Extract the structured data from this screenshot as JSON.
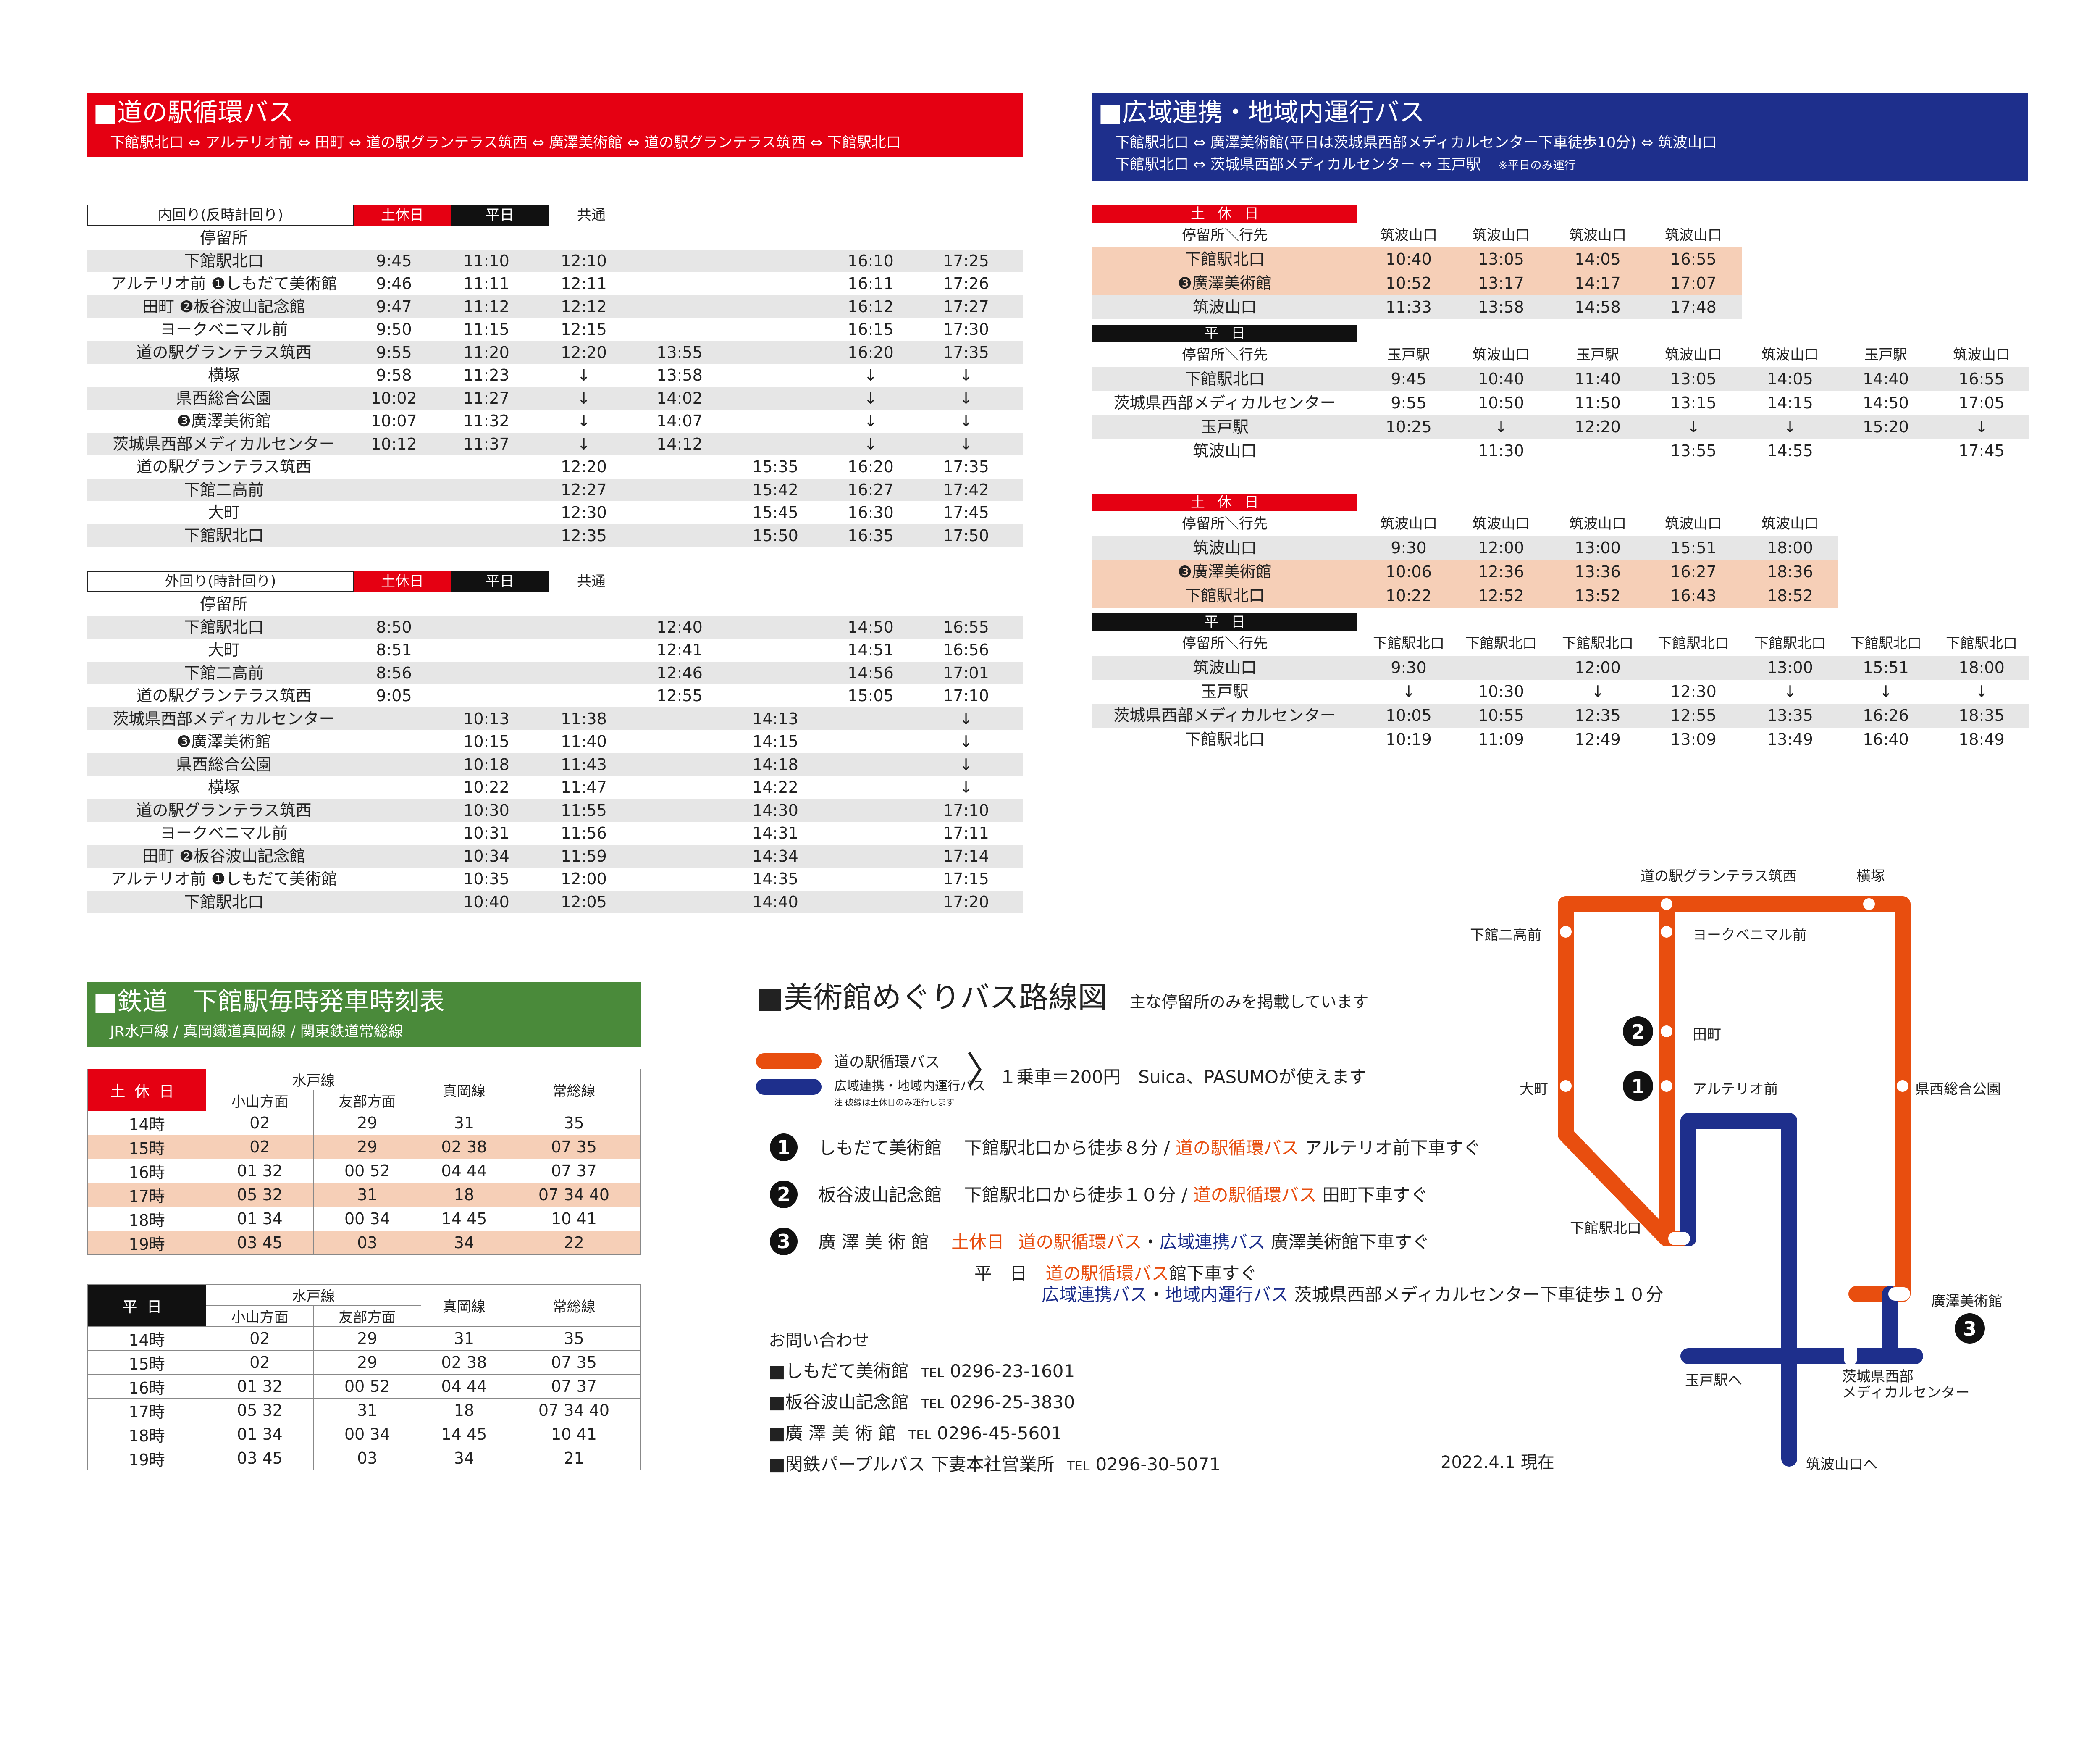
{
  "colors": {
    "red": "#e50012",
    "blue": "#1e2f8c",
    "green": "#4a8a3a",
    "black": "#111111",
    "orange": "#e84e0f",
    "pink": "#f6cfb7",
    "gray": "#e6e6e6"
  },
  "michi": {
    "title": "■道の駅循環バス",
    "route": "下館駅北口 ⇔ アルテリオ前 ⇔ 田町 ⇔ 道の駅グランテラス筑西 ⇔ 廣澤美術館 ⇔ 道の駅グランテラス筑西 ⇔ 下館駅北口",
    "inner": {
      "label": "内回り(反時計回り)",
      "holiday": "土休日",
      "weekday": "平日",
      "common": "共通",
      "rows": [
        {
          "stop": "停留所",
          "t": [
            "",
            "",
            "",
            "",
            "",
            "",
            ""
          ]
        },
        {
          "stop": "下館駅北口",
          "t": [
            "9:45",
            "11:10",
            "12:10",
            "",
            "",
            "16:10",
            "17:25"
          ]
        },
        {
          "stop": "アルテリオ前 ❶しもだて美術館",
          "t": [
            "9:46",
            "11:11",
            "12:11",
            "",
            "",
            "16:11",
            "17:26"
          ]
        },
        {
          "stop": "田町 ❷板谷波山記念館",
          "t": [
            "9:47",
            "11:12",
            "12:12",
            "",
            "",
            "16:12",
            "17:27"
          ]
        },
        {
          "stop": "ヨークベニマル前",
          "t": [
            "9:50",
            "11:15",
            "12:15",
            "",
            "",
            "16:15",
            "17:30"
          ]
        },
        {
          "stop": "道の駅グランテラス筑西",
          "t": [
            "9:55",
            "11:20",
            "12:20",
            "13:55",
            "",
            "16:20",
            "17:35"
          ]
        },
        {
          "stop": "横塚",
          "t": [
            "9:58",
            "11:23",
            "↓",
            "13:58",
            "",
            "↓",
            "↓"
          ]
        },
        {
          "stop": "県西総合公園",
          "t": [
            "10:02",
            "11:27",
            "↓",
            "14:02",
            "",
            "↓",
            "↓"
          ]
        },
        {
          "stop": "❸廣澤美術館",
          "t": [
            "10:07",
            "11:32",
            "↓",
            "14:07",
            "",
            "↓",
            "↓"
          ]
        },
        {
          "stop": "茨城県西部メディカルセンター",
          "t": [
            "10:12",
            "11:37",
            "↓",
            "14:12",
            "",
            "↓",
            "↓"
          ]
        },
        {
          "stop": "道の駅グランテラス筑西",
          "t": [
            "",
            "",
            "12:20",
            "",
            "15:35",
            "16:20",
            "17:35"
          ]
        },
        {
          "stop": "下館二高前",
          "t": [
            "",
            "",
            "12:27",
            "",
            "15:42",
            "16:27",
            "17:42"
          ]
        },
        {
          "stop": "大町",
          "t": [
            "",
            "",
            "12:30",
            "",
            "15:45",
            "16:30",
            "17:45"
          ]
        },
        {
          "stop": "下館駅北口",
          "t": [
            "",
            "",
            "12:35",
            "",
            "15:50",
            "16:35",
            "17:50"
          ]
        }
      ]
    },
    "outer": {
      "label": "外回り(時計回り)",
      "holiday": "土休日",
      "weekday": "平日",
      "common": "共通",
      "rows": [
        {
          "stop": "停留所",
          "t": [
            "",
            "",
            "",
            "",
            "",
            "",
            ""
          ]
        },
        {
          "stop": "下館駅北口",
          "t": [
            "8:50",
            "",
            "",
            "12:40",
            "",
            "14:50",
            "16:55"
          ]
        },
        {
          "stop": "大町",
          "t": [
            "8:51",
            "",
            "",
            "12:41",
            "",
            "14:51",
            "16:56"
          ]
        },
        {
          "stop": "下館二高前",
          "t": [
            "8:56",
            "",
            "",
            "12:46",
            "",
            "14:56",
            "17:01"
          ]
        },
        {
          "stop": "道の駅グランテラス筑西",
          "t": [
            "9:05",
            "",
            "",
            "12:55",
            "",
            "15:05",
            "17:10"
          ]
        },
        {
          "stop": "茨城県西部メディカルセンター",
          "t": [
            "",
            "10:13",
            "11:38",
            "",
            "14:13",
            "",
            "↓"
          ]
        },
        {
          "stop": "❸廣澤美術館",
          "t": [
            "",
            "10:15",
            "11:40",
            "",
            "14:15",
            "",
            "↓"
          ]
        },
        {
          "stop": "県西総合公園",
          "t": [
            "",
            "10:18",
            "11:43",
            "",
            "14:18",
            "",
            "↓"
          ]
        },
        {
          "stop": "横塚",
          "t": [
            "",
            "10:22",
            "11:47",
            "",
            "14:22",
            "",
            "↓"
          ]
        },
        {
          "stop": "道の駅グランテラス筑西",
          "t": [
            "",
            "10:30",
            "11:55",
            "",
            "14:30",
            "",
            "17:10"
          ]
        },
        {
          "stop": "ヨークベニマル前",
          "t": [
            "",
            "10:31",
            "11:56",
            "",
            "14:31",
            "",
            "17:11"
          ]
        },
        {
          "stop": "田町 ❷板谷波山記念館",
          "t": [
            "",
            "10:34",
            "11:59",
            "",
            "14:34",
            "",
            "17:14"
          ]
        },
        {
          "stop": "アルテリオ前 ❶しもだて美術館",
          "t": [
            "",
            "10:35",
            "12:00",
            "",
            "14:35",
            "",
            "17:15"
          ]
        },
        {
          "stop": "下館駅北口",
          "t": [
            "",
            "10:40",
            "12:05",
            "",
            "14:40",
            "",
            "17:20"
          ]
        }
      ]
    }
  },
  "kouiki": {
    "title": "■広域連携・地域内運行バス",
    "route1": "下館駅北口 ⇔ 廣澤美術館(平日は茨城県西部メディカルセンター下車徒歩10分) ⇔ 筑波山口",
    "route2": "下館駅北口 ⇔ 茨城県西部メディカルセンター ⇔ 玉戸駅",
    "note": "※平日のみ運行",
    "holiday": "土休日",
    "weekday": "平日",
    "b1": {
      "head": "停留所＼行先",
      "dest": [
        "筑波山口",
        "筑波山口",
        "筑波山口",
        "筑波山口"
      ],
      "rows": [
        {
          "stop": "下館駅北口",
          "t": [
            "10:40",
            "13:05",
            "14:05",
            "16:55"
          ]
        },
        {
          "stop": "❸廣澤美術館",
          "t": [
            "10:52",
            "13:17",
            "14:17",
            "17:07"
          ]
        },
        {
          "stop": "筑波山口",
          "t": [
            "11:33",
            "13:58",
            "14:58",
            "17:48"
          ]
        }
      ]
    },
    "b2": {
      "head": "停留所＼行先",
      "dest": [
        "玉戸駅",
        "筑波山口",
        "玉戸駅",
        "筑波山口",
        "筑波山口",
        "玉戸駅",
        "筑波山口"
      ],
      "rows": [
        {
          "stop": "下館駅北口",
          "t": [
            "9:45",
            "10:40",
            "11:40",
            "13:05",
            "14:05",
            "14:40",
            "16:55"
          ]
        },
        {
          "stop": "茨城県西部メディカルセンター",
          "t": [
            "9:55",
            "10:50",
            "11:50",
            "13:15",
            "14:15",
            "14:50",
            "17:05"
          ]
        },
        {
          "stop": "玉戸駅",
          "t": [
            "10:25",
            "↓",
            "12:20",
            "↓",
            "↓",
            "15:20",
            "↓"
          ]
        },
        {
          "stop": "筑波山口",
          "t": [
            "",
            "11:30",
            "",
            "13:55",
            "14:55",
            "",
            "17:45"
          ]
        }
      ]
    },
    "b3": {
      "head": "停留所＼行先",
      "dest": [
        "筑波山口",
        "筑波山口",
        "筑波山口",
        "筑波山口",
        "筑波山口"
      ],
      "rows": [
        {
          "stop": "筑波山口",
          "t": [
            "9:30",
            "12:00",
            "13:00",
            "15:51",
            "18:00"
          ]
        },
        {
          "stop": "❸廣澤美術館",
          "t": [
            "10:06",
            "12:36",
            "13:36",
            "16:27",
            "18:36"
          ]
        },
        {
          "stop": "下館駅北口",
          "t": [
            "10:22",
            "12:52",
            "13:52",
            "16:43",
            "18:52"
          ]
        }
      ]
    },
    "b4": {
      "head": "停留所＼行先",
      "dest": [
        "下館駅北口",
        "下館駅北口",
        "下館駅北口",
        "下館駅北口",
        "下館駅北口",
        "下館駅北口",
        "下館駅北口"
      ],
      "rows": [
        {
          "stop": "筑波山口",
          "t": [
            "9:30",
            "",
            "12:00",
            "",
            "13:00",
            "15:51",
            "18:00"
          ]
        },
        {
          "stop": "玉戸駅",
          "t": [
            "↓",
            "10:30",
            "↓",
            "12:30",
            "↓",
            "↓",
            "↓"
          ]
        },
        {
          "stop": "茨城県西部メディカルセンター",
          "t": [
            "10:05",
            "10:55",
            "12:35",
            "12:55",
            "13:35",
            "16:26",
            "18:35"
          ]
        },
        {
          "stop": "下館駅北口",
          "t": [
            "10:19",
            "11:09",
            "12:49",
            "13:09",
            "13:49",
            "16:40",
            "18:49"
          ]
        }
      ]
    }
  },
  "rail": {
    "title": "■鉄道　下館駅毎時発車時刻表",
    "sub": "JR水戸線 / 真岡鐵道真岡線 / 関東鉄道常総線",
    "h1": {
      "day": "土休日",
      "mito": "水戸線",
      "oyama": "小山方面",
      "tomobe": "友部方面",
      "moka": "真岡線",
      "joso": "常総線"
    },
    "h2": {
      "day": "平日",
      "mito": "水戸線",
      "oyama": "小山方面",
      "tomobe": "友部方面",
      "moka": "真岡線",
      "joso": "常総線"
    },
    "t1": [
      [
        "14時",
        "02",
        "29",
        "31",
        "35"
      ],
      [
        "15時",
        "02",
        "29",
        "02 38",
        "07 35"
      ],
      [
        "16時",
        "01 32",
        "00 52",
        "04 44",
        "07 37"
      ],
      [
        "17時",
        "05 32",
        "31",
        "18",
        "07 34 40"
      ],
      [
        "18時",
        "01 34",
        "00 34",
        "14 45",
        "10 41"
      ],
      [
        "19時",
        "03 45",
        "03",
        "34",
        "22"
      ]
    ],
    "t2": [
      [
        "14時",
        "02",
        "29",
        "31",
        "35"
      ],
      [
        "15時",
        "02",
        "29",
        "02 38",
        "07 35"
      ],
      [
        "16時",
        "01 32",
        "00 52",
        "04 44",
        "07 37"
      ],
      [
        "17時",
        "05 32",
        "31",
        "18",
        "07 34 40"
      ],
      [
        "18時",
        "01 34",
        "00 34",
        "14 45",
        "10 41"
      ],
      [
        "19時",
        "03 45",
        "03",
        "34",
        "21"
      ]
    ]
  },
  "map": {
    "title": "■美術館めぐりバス路線図",
    "subtitle": "主な停留所のみを掲載しています",
    "legend1": "道の駅循環バス",
    "legend2": "広域連携・地域内運行バス",
    "legend2_note": "注 破線は土休日のみ運行します",
    "fare": "１乗車＝200円　Suica、PASUMOが使えます",
    "m1": {
      "num": "1",
      "name": "しもだて美術館",
      "walk": "下館駅北口から徒歩８分 / ",
      "bus": "道の駅循環バス",
      "rest": " アルテリオ前下車すぐ"
    },
    "m2": {
      "num": "2",
      "name": "板谷波山記念館",
      "walk": "下館駅北口から徒歩１０分 / ",
      "bus": "道の駅循環バス",
      "rest": " 田町下車すぐ"
    },
    "m3": {
      "num": "3",
      "name": "廣 澤 美 術 館",
      "holiday": "土休日",
      "bus1": "道の駅循環バス",
      "dot": "・",
      "bus2": "広域連携バス",
      "rest1": " 廣澤美術館下車すぐ",
      "weekday": "平　日",
      "bus3": "道の駅循環バス",
      "bus4": "広域連携バス",
      "bus5": "地域内運行バス",
      "rest2": " 茨城県西部メディカルセンター下車徒歩１０分"
    },
    "contact": {
      "title": "お問い合わせ",
      "tel": "TEL",
      "items": [
        {
          "name": "■しもだて美術館",
          "num": "0296-23-1601"
        },
        {
          "name": "■板谷波山記念館",
          "num": "0296-25-3830"
        },
        {
          "name": "■廣 澤 美 術 館",
          "num": "0296-45-5601"
        },
        {
          "name": "■関鉄パープルバス 下妻本社営業所",
          "num": "0296-30-5071"
        }
      ]
    },
    "date": "2022.4.1 現在",
    "labels": {
      "michi": "道の駅グランテラス筑西",
      "yokotsuka": "横塚",
      "niko": "下館二高前",
      "york": "ヨークベニマル前",
      "tamachi": "田町",
      "omachi": "大町",
      "arterio": "アルテリオ前",
      "kensei": "県西総合公園",
      "kitaguchi": "下館駅北口",
      "hirosawa": "廣澤美術館",
      "tamado": "玉戸駅へ",
      "medical": "茨城県西部\nメディカルセンター",
      "tsukuba": "筑波山口へ"
    }
  }
}
